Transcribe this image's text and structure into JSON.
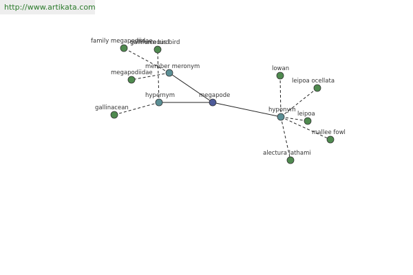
{
  "banner": {
    "text": "http://www.artikata.com"
  },
  "colors": {
    "leaf": "#4f8a4f",
    "relation": "#5b8f95",
    "center": "#4d5a99",
    "banner_text": "#2a7a2a"
  },
  "graph": {
    "center": {
      "label": "megapode"
    },
    "relations": {
      "meronym": {
        "label": "member meronym"
      },
      "hypernym": {
        "label": "hypernym"
      },
      "hyponym": {
        "label": "hyponym"
      }
    },
    "leaves": {
      "family": {
        "label": "family megapodiidae"
      },
      "galliform": {
        "label": "galliform bird"
      },
      "gallinaceous": {
        "label": "gallinaceous bird"
      },
      "megapodiidae": {
        "label": "megapodiidae"
      },
      "gallinacean": {
        "label": "gallinacean"
      },
      "lowan": {
        "label": "lowan"
      },
      "leipoa_ocellata": {
        "label": "leipoa ocellata"
      },
      "leipoa": {
        "label": "leipoa"
      },
      "mallee_fowl": {
        "label": "mallee fowl"
      },
      "alectura": {
        "label": "alectura lathami"
      }
    }
  }
}
